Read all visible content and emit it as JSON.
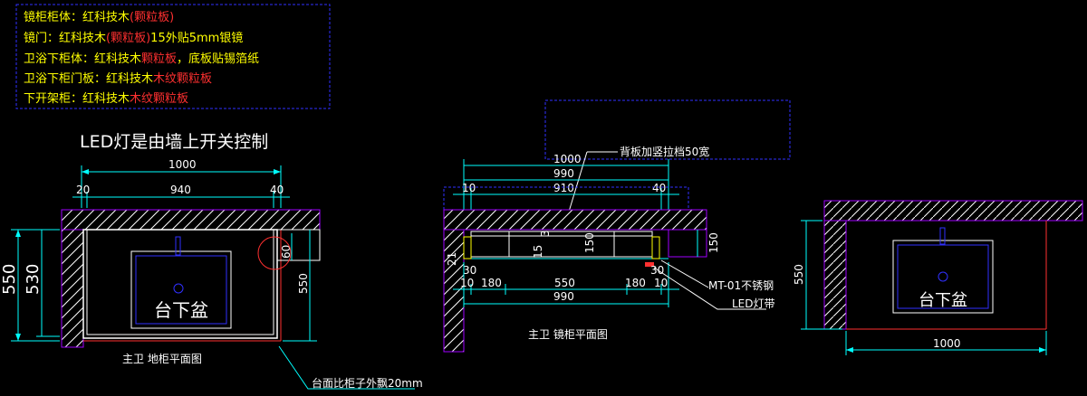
{
  "notes": {
    "n1a": "镜柜柜体：红科技木",
    "n1b": "(颗粒板)",
    "n2a": "镜门：红科技木",
    "n2b": "(颗粒板)",
    "n2c": "15外贴5mm银镜",
    "n3a": "卫浴下柜体：红科技木",
    "n3b": "颗粒板",
    "n3c": "，底板贴锡箔纸",
    "n4a": "卫浴下柜门板：红科技木",
    "n4b": "木纹颗粒板",
    "n5a": "下开架柜：红科技木",
    "n5b": "木纹颗粒板"
  },
  "left": {
    "led_note": "LED灯是由墙上开关控制",
    "dim_top": "1000",
    "dim_20": "20",
    "dim_940": "940",
    "dim_40": "40",
    "dim_550": "550",
    "dim_530": "530",
    "dim_60": "60",
    "dim_550r": "550",
    "basin": "台下盆",
    "title": "主卫  地柜平面图",
    "callout": "台面比柜子外飘20mm"
  },
  "middle": {
    "note_back": "背板加竖拉档50宽",
    "dim_1000": "1000",
    "dim_990": "990",
    "dim_10a": "10",
    "dim_910": "910",
    "dim_40": "40",
    "dim_150a": "150",
    "dim_150b": "150",
    "dim_3": "3",
    "dim_15": "15",
    "dim_21": "21",
    "dim_30a": "30",
    "dim_30b": "30",
    "dim_10b": "10",
    "dim_180a": "180",
    "dim_550": "550",
    "dim_180b": "180",
    "dim_10c": "10",
    "dim_990b": "990",
    "mt01": "MT-01不锈钢",
    "led": "LED灯带",
    "title": "主卫  镜柜平面图"
  },
  "right": {
    "dim_550": "550",
    "basin": "台下盆",
    "dim_1000": "1000"
  },
  "colors": {
    "cyan": "#00ffff",
    "purple": "#a000ff",
    "yellow": "#ffff00",
    "red": "#ff3030",
    "blue": "#3030ff",
    "white": "#ffffff"
  }
}
